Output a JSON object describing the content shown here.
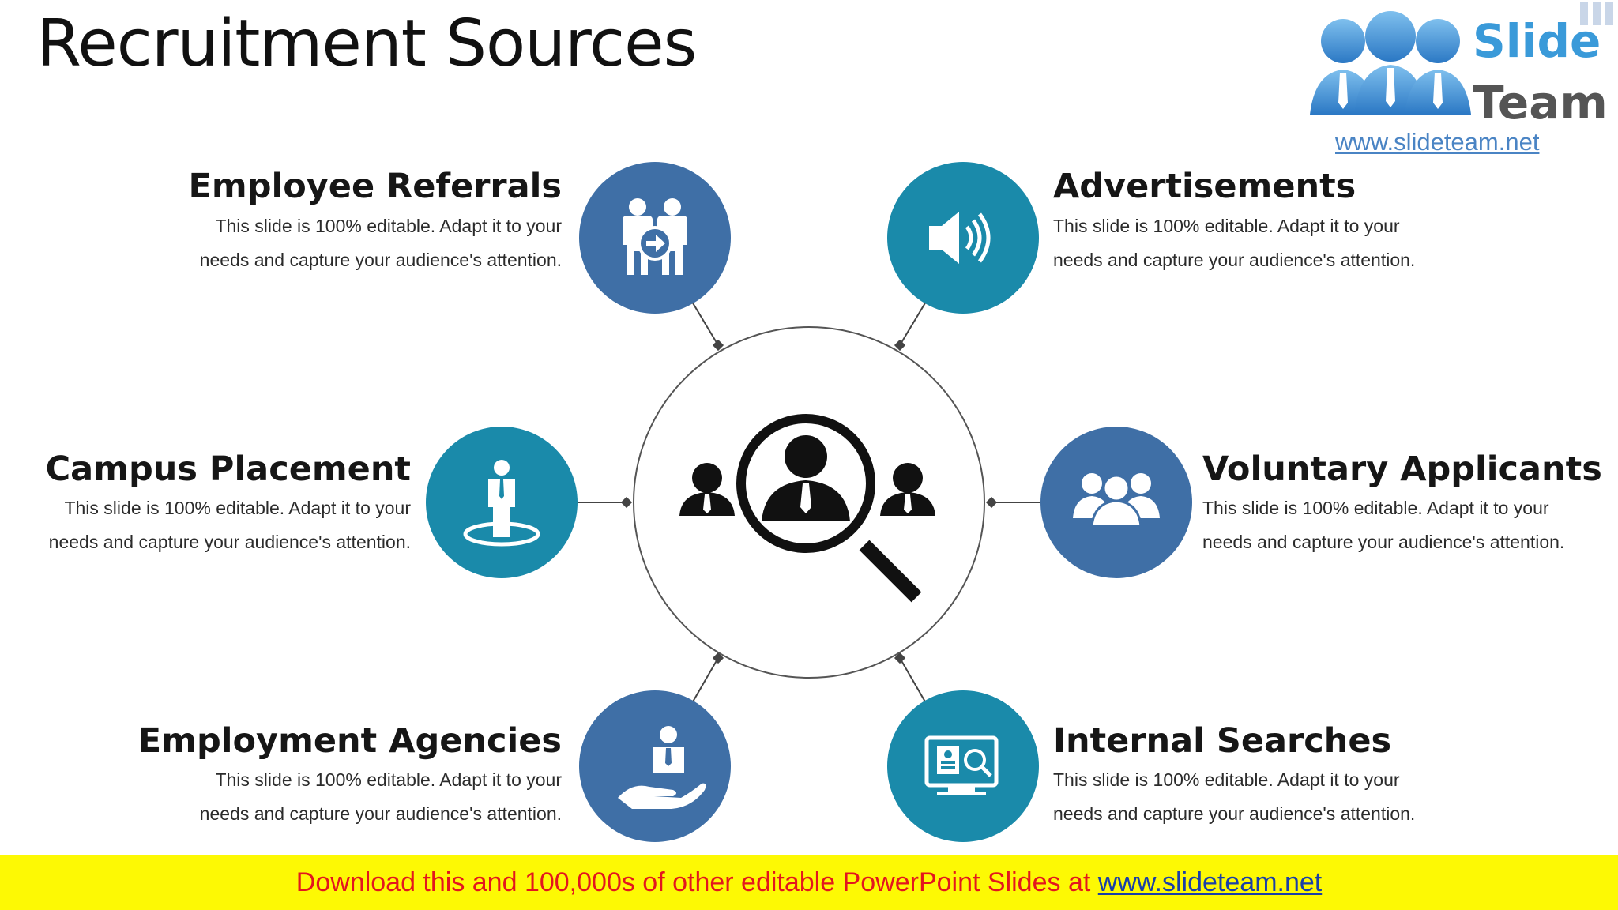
{
  "slide": {
    "title": "Recruitment Sources"
  },
  "logo": {
    "word1": "Slide",
    "word2": "Team",
    "url": "www.slideteam.net"
  },
  "nodes": [
    {
      "id": "employee-referrals",
      "heading": "Employee Referrals",
      "line1": "This slide is 100% editable. Adapt it to your",
      "line2": "needs and capture your audience's attention.",
      "icon": "people-referral-icon",
      "color": "#3f6fa6"
    },
    {
      "id": "advertisements",
      "heading": "Advertisements",
      "line1": "This slide is 100% editable. Adapt it to your",
      "line2": "needs and capture your audience's attention.",
      "icon": "speaker-icon",
      "color": "#1a8aaa"
    },
    {
      "id": "campus-placement",
      "heading": "Campus Placement",
      "line1": "This slide is 100% editable. Adapt it to your",
      "line2": "needs and capture your audience's attention.",
      "icon": "person-on-target-icon",
      "color": "#1a8aaa"
    },
    {
      "id": "voluntary-applicants",
      "heading": "Voluntary Applicants",
      "line1": "This slide is 100% editable. Adapt it to your",
      "line2": "needs and capture your audience's attention.",
      "icon": "group-icon",
      "color": "#3f6fa6"
    },
    {
      "id": "employment-agencies",
      "heading": "Employment Agencies",
      "line1": "This slide is 100% editable. Adapt it to your",
      "line2": "needs and capture your audience's attention.",
      "icon": "hand-person-icon",
      "color": "#3f6fa6"
    },
    {
      "id": "internal-searches",
      "heading": "Internal Searches",
      "line1": "This slide is 100% editable. Adapt it to your",
      "line2": "needs and capture your audience's attention.",
      "icon": "monitor-search-icon",
      "color": "#1a8aaa"
    }
  ],
  "center": {
    "icon": "magnifier-people-icon"
  },
  "banner": {
    "text": "Download this and 100,000s of other editable PowerPoint Slides at",
    "link": "www.slideteam.net"
  }
}
